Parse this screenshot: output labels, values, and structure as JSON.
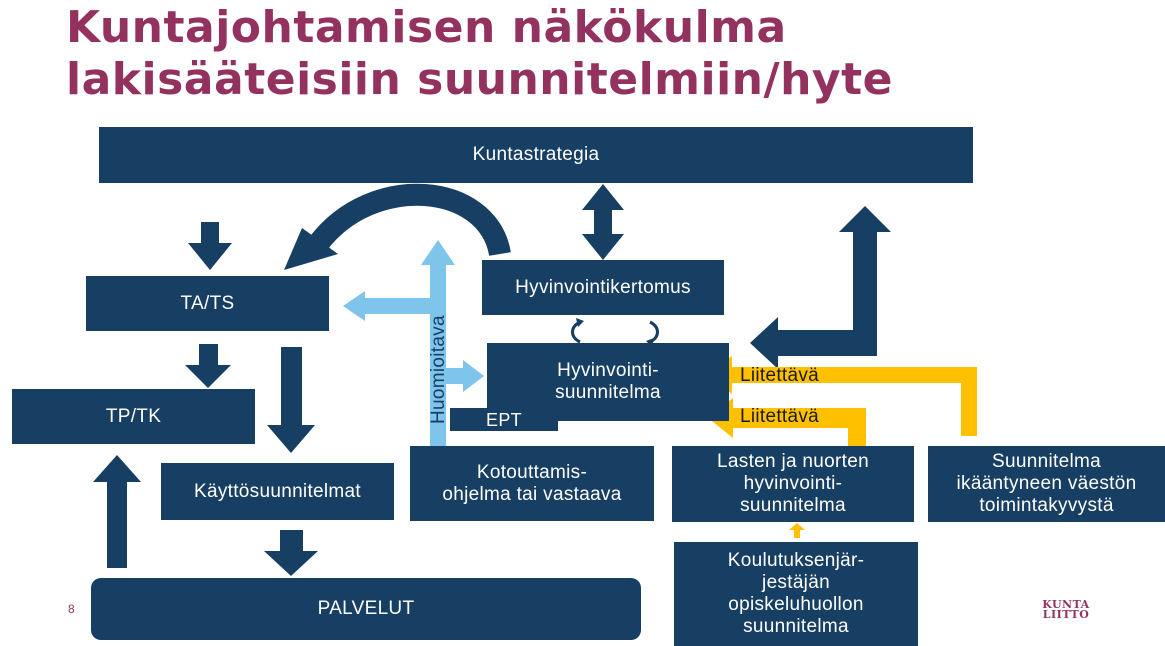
{
  "title": {
    "line1": "Kuntajohtamisen näkökulma",
    "line2": "lakisääteisiin suunnitelmiin/hyte"
  },
  "boxes": {
    "kuntastrategia": "Kuntastrategia",
    "ta_ts": "TA/TS",
    "tp_tk": "TP/TK",
    "kayttosuunnitelmat": "Käyttösuunnitelmat",
    "palvelut": "PALVELUT",
    "hyvinvointikertomus": "Hyvinvointikertomus",
    "hyvinvointisuunnitelma": [
      "Hyvinvointi-",
      "suunnitelma"
    ],
    "ept": "EPT",
    "kotouttamis": [
      "Kotouttamis-",
      "ohjelma tai vastaava"
    ],
    "lasten": [
      "Lasten ja nuorten",
      "hyvinvointi-",
      "suunnitelma"
    ],
    "ikaantyneet": [
      "Suunnitelma",
      "ikääntyneen väestön",
      "toimintakyvystä"
    ],
    "koulutus": [
      "Koulutuksenjär-",
      "jestäjän",
      "opiskeluhuollon",
      "suunnitelma"
    ]
  },
  "labels": {
    "huomioitava": "Huomioitava",
    "liitettava1": "Liitettävä",
    "liitettava2": "Liitettävä"
  },
  "page_number": "8",
  "logo": [
    "KUNTA",
    "LIITTO"
  ],
  "colors": {
    "box": "#173f63",
    "title": "#93325f",
    "light_arrow": "#7fc4ea",
    "yellow_arrow": "#ffc000"
  }
}
